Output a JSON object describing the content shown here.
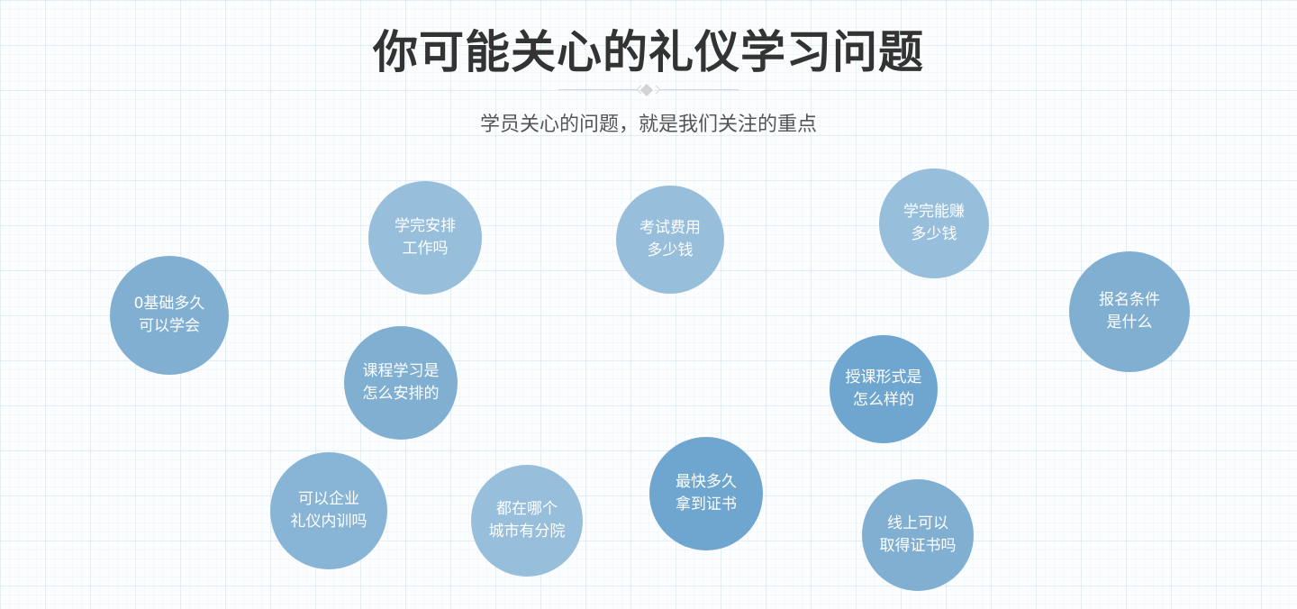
{
  "header": {
    "title": "你可能关心的礼仪学习问题",
    "subtitle": "学员关心的问题，就是我们关注的重点",
    "divider_icon": "diamond-icon"
  },
  "colors": {
    "title": "#333333",
    "subtitle": "#555555",
    "bubble_light": "#97bedb",
    "bubble_mid": "#80afd2",
    "bubble_dark": "#6fa6cf",
    "bubble_text": "#ffffff"
  },
  "questions": [
    {
      "line1": "0基础多久",
      "line2": "可以学会"
    },
    {
      "line1": "学完安排",
      "line2": "工作吗"
    },
    {
      "line1": "课程学习是",
      "line2": "怎么安排的"
    },
    {
      "line1": "考试费用",
      "line2": "多少钱"
    },
    {
      "line1": "学完能赚",
      "line2": "多少钱"
    },
    {
      "line1": "报名条件",
      "line2": "是什么"
    },
    {
      "line1": "授课形式是",
      "line2": "怎么样的"
    },
    {
      "line1": "可以企业",
      "line2": "礼仪内训吗"
    },
    {
      "line1": "都在哪个",
      "line2": "城市有分院"
    },
    {
      "line1": "最快多久",
      "line2": "拿到证书"
    },
    {
      "line1": "线上可以",
      "line2": "取得证书吗"
    }
  ]
}
